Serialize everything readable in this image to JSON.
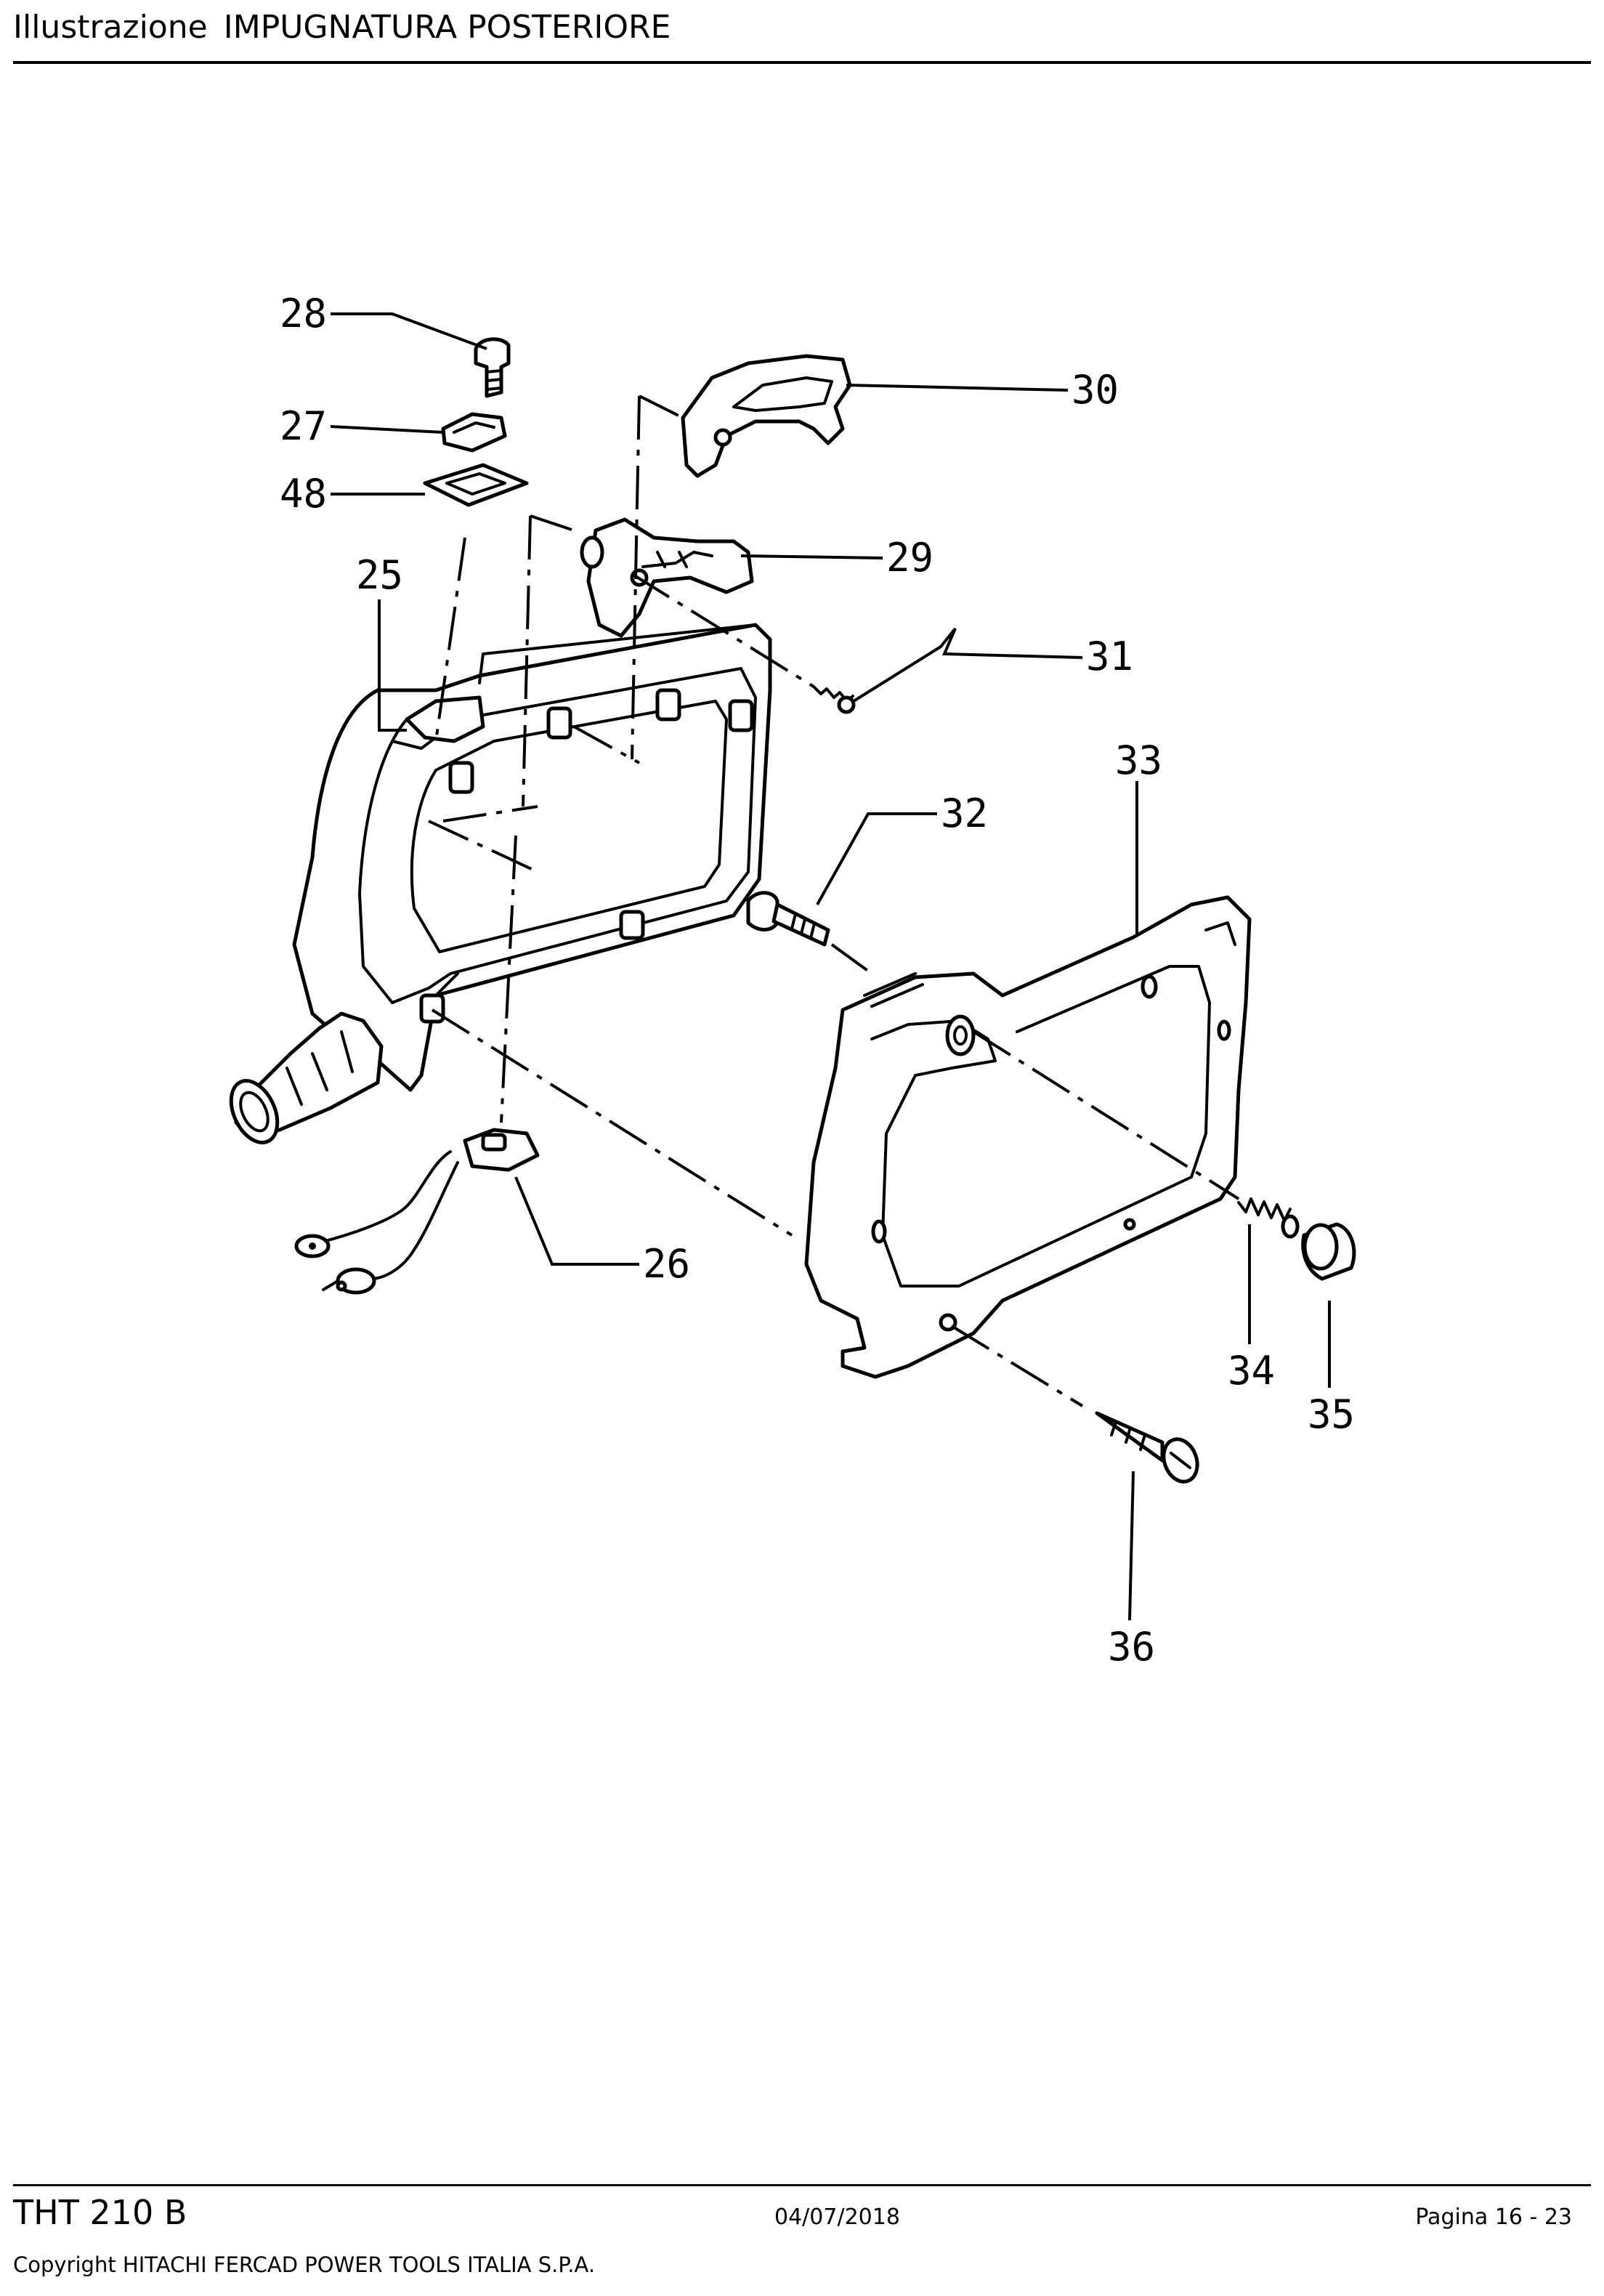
{
  "header": {
    "prefix": "Illustrazione",
    "title": "IMPUGNATURA POSTERIORE"
  },
  "diagram": {
    "callouts": {
      "p25": "25",
      "p26": "26",
      "p27": "27",
      "p28": "28",
      "p29": "29",
      "p30": "30",
      "p31": "31",
      "p32": "32",
      "p33": "33",
      "p34": "34",
      "p35": "35",
      "p36": "36",
      "p48": "48"
    }
  },
  "footer": {
    "model": "THT 210 B",
    "date": "04/07/2018",
    "page": "Pagina 16 - 23",
    "copyright": "Copyright HITACHI FERCAD POWER TOOLS ITALIA S.P.A."
  }
}
